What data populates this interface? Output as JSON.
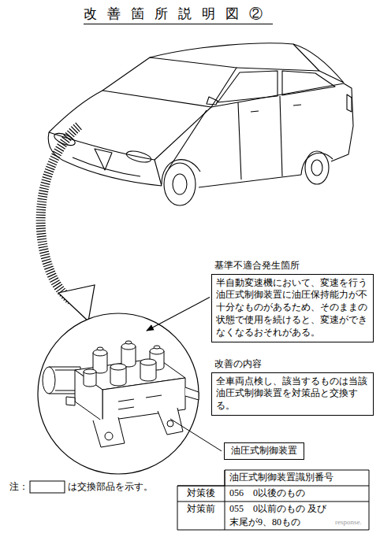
{
  "diagram": {
    "title": "改善箇所説明図②",
    "nodes": [
      {
        "text": [
          "基準不適合発生箇所",
          "半自動変速機において、変速を行う油圧式制御装置に油圧保持能力が不十分なものがあるため、そのままの状態で使用を続けると、変速ができなくなるおそれがある。"
        ]
      },
      {
        "text": [
          "改善の内容",
          "全車両点検し、該当するものは当該油圧式制御装置を対策品と交換する。"
        ]
      },
      {
        "text": [
          "油圧式制御装置"
        ]
      }
    ],
    "labels": [
      "注：",
      "は交換部品を示す。",
      "油圧式制御装置識別番号",
      "対策後",
      "056　0以後のもの",
      "対策前",
      "055　0以前のもの 及び末尾が9、80もの",
      "response."
    ]
  }
}
